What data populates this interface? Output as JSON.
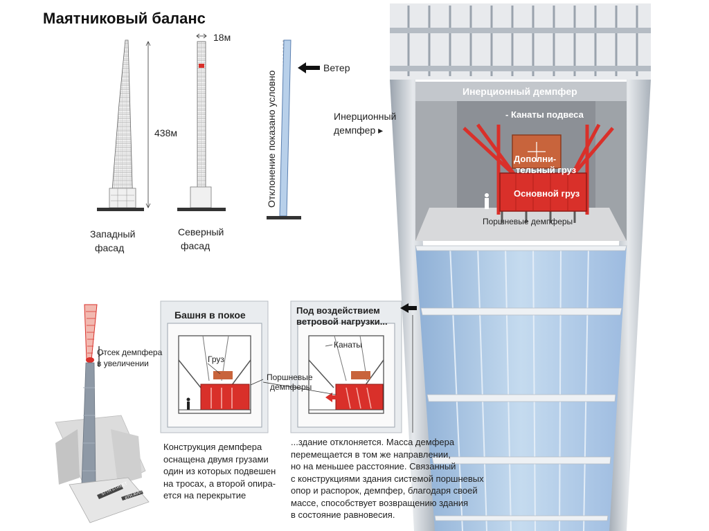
{
  "title": "Маятниковый баланс",
  "facades": {
    "width_label": "18м",
    "height_label": "438м",
    "west_label_1": "Западный",
    "west_label_2": "фасад",
    "north_label_1": "Северный",
    "north_label_2": "фасад"
  },
  "deflection": {
    "vertical_label": "Отклонение показано условно",
    "wind_label": "Ветер"
  },
  "cutaway": {
    "header": "Инерционный демпфер",
    "side_label_1": "Инерционный",
    "side_label_2": "демпфер ▸",
    "cables": "- Канаты подвеса",
    "extra_weight_1": "Дополни-",
    "extra_weight_2": "тельный груз",
    "main_weight": "Основной груз",
    "pistons": "Поршневые демпферы"
  },
  "tower_small": {
    "label_1": "Отсек демпфера",
    "label_2": "в увеличении",
    "street_1": "57TH STREET",
    "street_2": "6TH AVENUE"
  },
  "panel_rest": {
    "title": "Башня в покое",
    "weight": "Груз",
    "pistons_1": "Поршневые",
    "pistons_2": "демпферы",
    "caption": [
      "Конструкция демпфера",
      "оснащена двумя грузами",
      "один из которых подвешен",
      "на тросах, а второй опира-",
      "ется на перекрытие"
    ]
  },
  "panel_wind": {
    "title_1": "Под воздействием",
    "title_2": "ветровой нагрузки...",
    "cables": "Канаты",
    "caption": [
      "...здание отклоняется. Масса демфера",
      "перемещается в том же направлении,",
      "но на меньшее расстояние. Связанный",
      "с конструкциями здания системой поршневых",
      "опор и распорок, демпфер, благодаря своей",
      "массе, способствует возвращению здания",
      "в состояние равновесия."
    ]
  },
  "colors": {
    "damper_red": "#d9302a",
    "glass_blue": "#a9c6e4",
    "steel_gray": "#c9ced4",
    "weight_brown": "#c8643c"
  }
}
